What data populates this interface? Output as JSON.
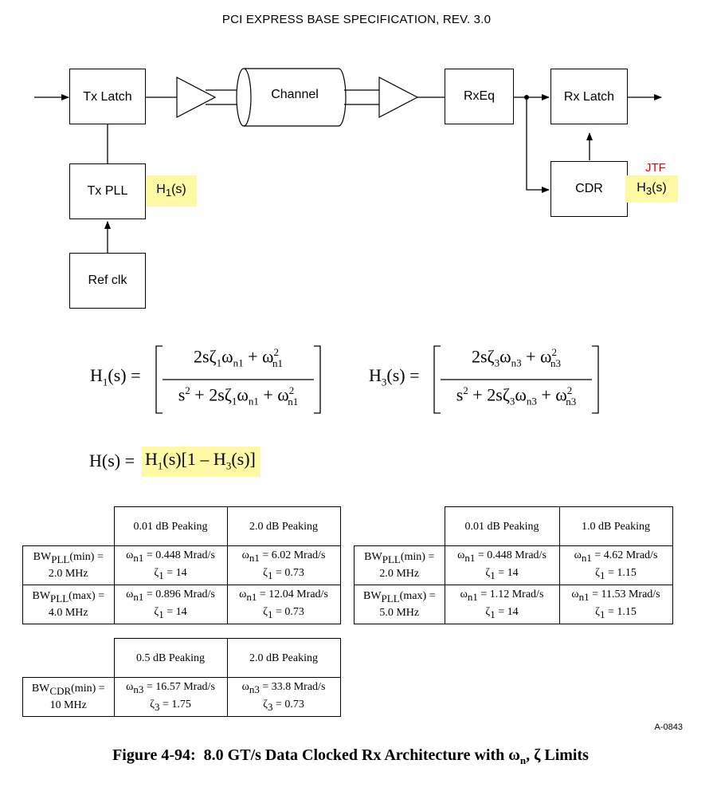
{
  "header": {
    "title": "PCI EXPRESS BASE SPECIFICATION, REV. 3.0"
  },
  "diagram": {
    "tx_latch": "Tx Latch",
    "channel": "Channel",
    "rxeq": "RxEq",
    "rx_latch": "Rx Latch",
    "tx_pll": "Tx PLL",
    "h1_label": "H1(s)",
    "cdr": "CDR",
    "h3_label": "H3(s)",
    "jtf": "JTF",
    "ref_clk": "Ref clk"
  },
  "equations": {
    "h1": {
      "lhs": "H1(s) =",
      "num": "2sζ1ωn1 + ωn1²",
      "den": "s² + 2sζ1ωn1 + ωn1²"
    },
    "h3": {
      "lhs": "H3(s) =",
      "num": "2sζ3ωn3 + ωn3²",
      "den": "s² + 2sζ3ωn3 + ωn3²"
    },
    "h": {
      "lhs": "H(s) =",
      "rhs": "H1(s)[1 – H3(s)]"
    }
  },
  "tables": {
    "pll_left": {
      "headers": [
        "0.01 dB Peaking",
        "2.0 dB Peaking"
      ],
      "rows": [
        {
          "label": "BWPLL(min) =",
          "label2": "2.0 MHz",
          "cells": [
            [
              "ωn1 = 0.448 Mrad/s",
              "ζ1 = 14"
            ],
            [
              "ωn1 = 6.02 Mrad/s",
              "ζ1 = 0.73"
            ]
          ]
        },
        {
          "label": "BWPLL(max) =",
          "label2": "4.0 MHz",
          "cells": [
            [
              "ωn1 = 0.896 Mrad/s",
              "ζ1 = 14"
            ],
            [
              "ωn1 = 12.04 Mrad/s",
              "ζ1 = 0.73"
            ]
          ]
        }
      ]
    },
    "pll_right": {
      "headers": [
        "0.01 dB Peaking",
        "1.0 dB Peaking"
      ],
      "rows": [
        {
          "label": "BWPLL(min) =",
          "label2": "2.0 MHz",
          "cells": [
            [
              "ωn1 = 0.448 Mrad/s",
              "ζ1 = 14"
            ],
            [
              "ωn1 = 4.62 Mrad/s",
              "ζ1 = 1.15"
            ]
          ]
        },
        {
          "label": "BWPLL(max) =",
          "label2": "5.0 MHz",
          "cells": [
            [
              "ωn1 = 1.12 Mrad/s",
              "ζ1 = 14"
            ],
            [
              "ωn1 = 11.53 Mrad/s",
              "ζ1 = 1.15"
            ]
          ]
        }
      ]
    },
    "cdr": {
      "headers": [
        "0.5 dB Peaking",
        "2.0 dB Peaking"
      ],
      "rows": [
        {
          "label": "BWCDR(min) =",
          "label2": "10 MHz",
          "cells": [
            [
              "ωn3 = 16.57 Mrad/s",
              "ζ3 = 1.75"
            ],
            [
              "ωn3 = 33.8 Mrad/s",
              "ζ3 = 0.73"
            ]
          ]
        }
      ]
    }
  },
  "figure_code": "A-0843",
  "caption": "Figure 4-94: 8.0 GT/s Data Clocked Rx Architecture with ωn, ζ Limits",
  "colors": {
    "highlight": "#fff9a6",
    "jtf": "#e00000"
  }
}
